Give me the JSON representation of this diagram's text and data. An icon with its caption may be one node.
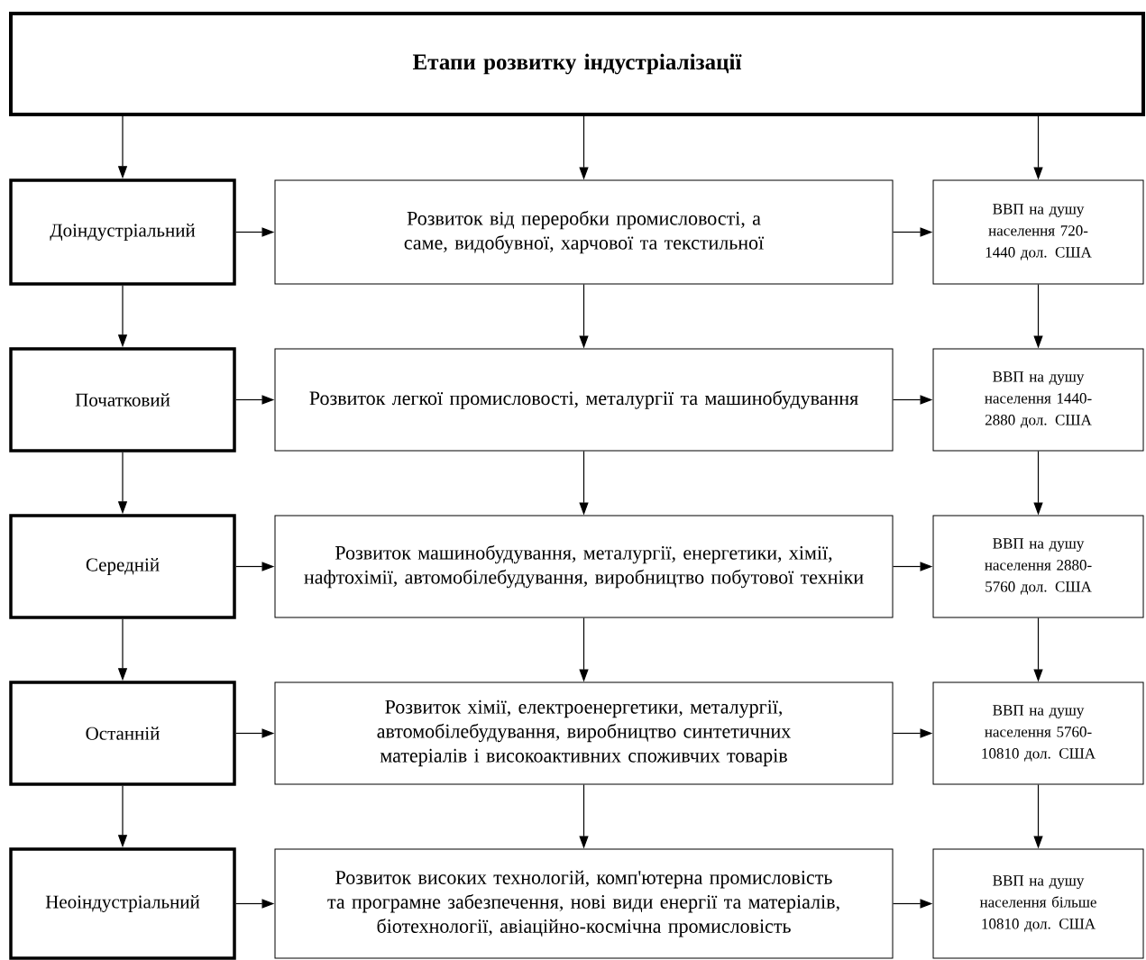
{
  "diagram": {
    "nodes": [
      {
        "text": [
          "Етапи розвитку індустріалізації"
        ]
      },
      {
        "text": [
          "Доіндустріальний"
        ]
      },
      {
        "text": [
          "Розвиток від переробки промисловості, а саме, видобувної, харчової та текстильної"
        ]
      },
      {
        "text": [
          "ВВП на душу населення 720-1440 дол. США"
        ]
      },
      {
        "text": [
          "Початковий"
        ]
      },
      {
        "text": [
          "Розвиток легкої промисловості, металургії та машинобудування"
        ]
      },
      {
        "text": [
          "ВВП на душу населення 1440-2880 дол. США"
        ]
      },
      {
        "text": [
          "Середній"
        ]
      },
      {
        "text": [
          "Розвиток машинобудування, металургії, енергетики, хімії,  нафтохімії, автомобілебудування, виробництво побутової техніки"
        ]
      },
      {
        "text": [
          "ВВП на душу населення 2880-5760 дол. США"
        ]
      },
      {
        "text": [
          "Останній"
        ]
      },
      {
        "text": [
          "Розвиток хімії, електроенергетики, металургії, автомобілебудування, виробництво синтетичних матеріалів і високоактивних споживчих товарів"
        ]
      },
      {
        "text": [
          "ВВП на душу населення 5760-10810 дол. США"
        ]
      },
      {
        "text": [
          "Неоіндустріальний"
        ]
      },
      {
        "text": [
          "Розвиток високих технологій,  комп'ютерна промисловість та програмне забезпечення, нові види енергії та матеріалів, біотехнології, авіаційно-космічна промисловість"
        ]
      },
      {
        "text": [
          "ВВП на душу населення більше 10810 дол. США"
        ]
      }
    ],
    "edges": [
      {
        "from": 0,
        "to": 1,
        "arrow": "to"
      },
      {
        "from": 0,
        "to": 2,
        "arrow": "to"
      },
      {
        "from": 0,
        "to": 3,
        "arrow": "to"
      },
      {
        "from": 1,
        "to": 2,
        "arrow": "to"
      },
      {
        "from": 2,
        "to": 3,
        "arrow": "to"
      },
      {
        "from": 1,
        "to": 4,
        "arrow": "to"
      },
      {
        "from": 2,
        "to": 5,
        "arrow": "to"
      },
      {
        "from": 3,
        "to": 6,
        "arrow": "to"
      },
      {
        "from": 4,
        "to": 5,
        "arrow": "to"
      },
      {
        "from": 5,
        "to": 6,
        "arrow": "to"
      },
      {
        "from": 4,
        "to": 7,
        "arrow": "to"
      },
      {
        "from": 5,
        "to": 8,
        "arrow": "to"
      },
      {
        "from": 6,
        "to": 9,
        "arrow": "to"
      },
      {
        "from": 7,
        "to": 8,
        "arrow": "to"
      },
      {
        "from": 8,
        "to": 9,
        "arrow": "to"
      },
      {
        "from": 7,
        "to": 10,
        "arrow": "to"
      },
      {
        "from": 8,
        "to": 11,
        "arrow": "to"
      },
      {
        "from": 9,
        "to": 12,
        "arrow": "to"
      },
      {
        "from": 10,
        "to": 11,
        "arrow": "to"
      },
      {
        "from": 11,
        "to": 12,
        "arrow": "to"
      },
      {
        "from": 10,
        "to": 13,
        "arrow": "to"
      },
      {
        "from": 11,
        "to": 14,
        "arrow": "to"
      },
      {
        "from": 12,
        "to": 15,
        "arrow": "to"
      },
      {
        "from": 13,
        "to": 14,
        "arrow": "to"
      },
      {
        "from": 14,
        "to": 15,
        "arrow": "to"
      }
    ]
  }
}
